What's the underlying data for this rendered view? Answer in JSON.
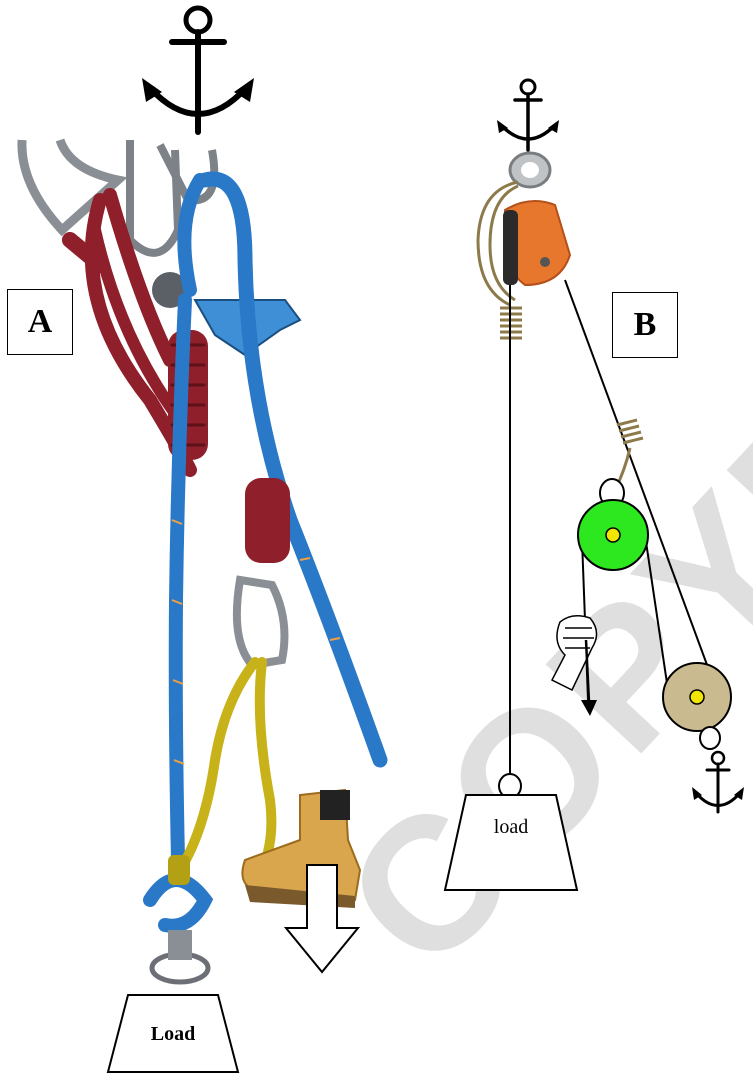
{
  "panel_a": {
    "label": "A",
    "load_label": "Load"
  },
  "panel_b": {
    "label": "B",
    "load_label": "load"
  },
  "watermark": {
    "text": "COPYRI"
  },
  "colors": {
    "rope_blue": "#2a79c9",
    "rope_red": "#8e1f2b",
    "rope_yellow": "#c8b21a",
    "pulley_orange": "#e8772e",
    "pulley_green": "#2ee81f",
    "pulley_tan": "#c9bb8f",
    "pulley_axle": "#f2e600",
    "prusik_tan": "#8c7a4a",
    "watermark": "#d9d9d9"
  },
  "icons": [
    "anchor-icon",
    "down-arrow-icon",
    "hand-pulling-icon",
    "boot-icon"
  ]
}
